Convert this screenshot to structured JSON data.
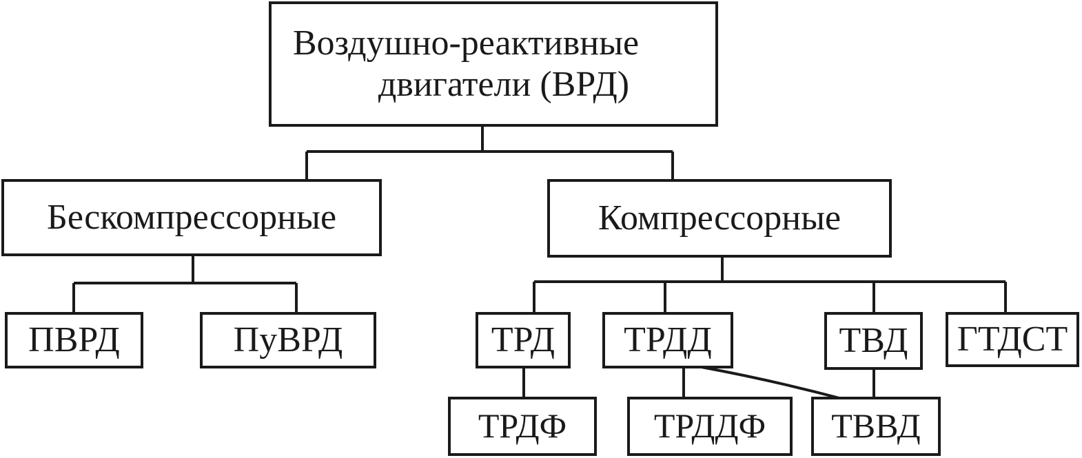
{
  "root": {
    "line1": "Воздушно-реактивные",
    "line2": "двигатели (ВРД)"
  },
  "categories": {
    "noncompressor": "Бескомпрессорные",
    "compressor": "Компрессорные"
  },
  "noncompressor_types": {
    "pvrd": "ПВРД",
    "puvrd": "ПуВРД"
  },
  "compressor_types": {
    "trd": "ТРД",
    "trdd": "ТРДД",
    "tvd": "ТВД",
    "gtdst": "ГТДСТ"
  },
  "variants": {
    "trdf": "ТРДФ",
    "trddf": "ТРДДФ",
    "tvvd": "ТВВД"
  },
  "colors": {
    "stroke": "#1a1a1a",
    "background": "#ffffff"
  }
}
